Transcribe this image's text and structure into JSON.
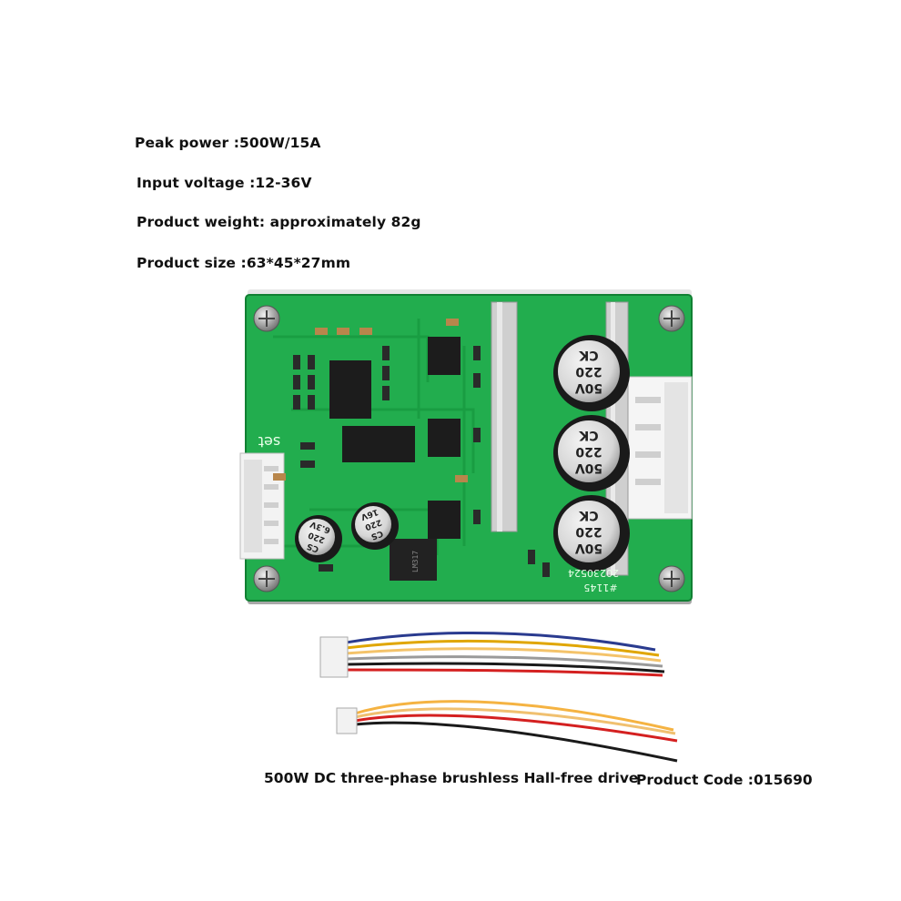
{
  "specs": {
    "peak_power": "Peak power :500W/15A",
    "input_voltage": "Input voltage :12-36V",
    "weight": "Product weight: approximately 82g",
    "size": "Product size :63*45*27mm"
  },
  "caption": {
    "description": "500W DC three-phase brushless Hall-free drive",
    "product_code": "Product Code :015690"
  },
  "board": {
    "silkscreen_set": "set",
    "date_code": "20230524",
    "serial": "#1145",
    "cap_large_rating": "50V",
    "cap_large_value": "220",
    "cap_large_brand": "CK",
    "cap_small_a": [
      "CS",
      "220",
      "16V"
    ],
    "cap_small_b": [
      "CS",
      "220",
      "6.3V"
    ],
    "regulator": "LM317"
  },
  "colors": {
    "pcb": "#1fa84a",
    "pcb_dark": "#158a38",
    "chip": "#1c1c1c",
    "heatsink": "#c9c9c9"
  }
}
